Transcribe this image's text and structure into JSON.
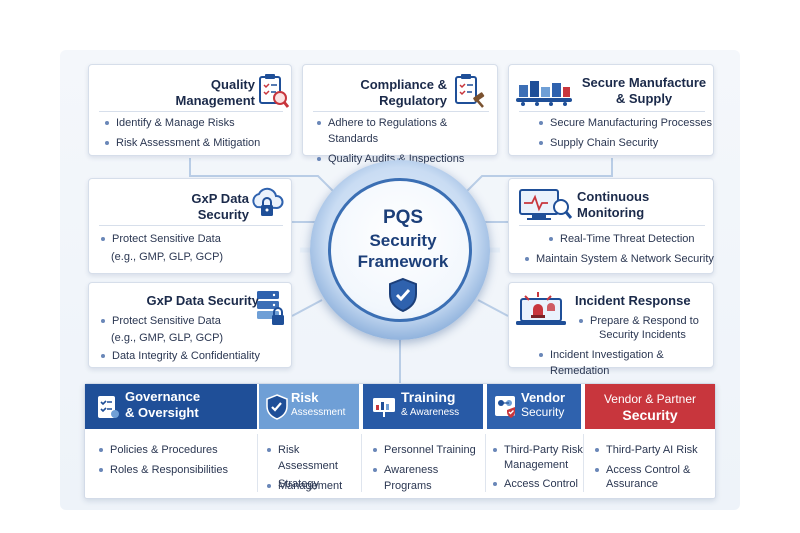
{
  "hub": {
    "line1": "PQS",
    "line2": "Security",
    "line3": "Framework"
  },
  "cards": {
    "quality": {
      "title1": "Quality",
      "title2": "Management",
      "items": [
        "Identify & Manage Risks",
        "Risk Assessment & Mitigation"
      ]
    },
    "compliance": {
      "title1": "Compliance &",
      "title2": "Regulatory",
      "items": [
        "Adhere to Regulations & Standards",
        "Quality Audits & Inspections"
      ]
    },
    "manufacture": {
      "title1": "Secure Manufacture",
      "title2": "& Supply",
      "items": [
        "Secure Manufacturing Processes",
        "Supply Chain Security"
      ]
    },
    "gxp1": {
      "title1": "GxP Data",
      "title2": "Security",
      "items": [
        "Protect Sensitive Data",
        "(e.g., GMP, GLP, GCP)"
      ]
    },
    "monitoring": {
      "title1": "Continuous",
      "title2": "Monitoring",
      "items": [
        "Real-Time Threat Detection",
        "Maintain System & Network Security"
      ]
    },
    "gxp2": {
      "title": "GxP Data Security",
      "items": [
        "Protect Sensitive Data",
        "(e.g., GMP, GLP, GCP)",
        "Data Integrity & Confidentiality"
      ]
    },
    "incident": {
      "title": "Incident Response",
      "items": [
        "Prepare & Respond to",
        "Security Incidents",
        "Incident Investigation & Remedation"
      ]
    }
  },
  "pillars": [
    {
      "title1": "Governance",
      "title2": "& Oversight",
      "items": [
        "Policies & Procedures",
        "Roles & Responsibilities"
      ],
      "color": "#1f4f98",
      "icon": "checklist-icon"
    },
    {
      "title1": "Risk",
      "title2": "Assessment",
      "items": [
        "Risk Assessment",
        "Management",
        "Strategy"
      ],
      "color": "#6f9fd6",
      "icon": "shield-check-icon"
    },
    {
      "title1": "Training",
      "title2": "& Awareness",
      "items": [
        "Personnel Training",
        "Awareness Programs"
      ],
      "color": "#285aa6",
      "icon": "presentation-icon"
    },
    {
      "title1": "Vendor",
      "title2": "Security",
      "items": [
        "Third-Party Risk",
        "Management",
        "Access Control"
      ],
      "color": "#2f62ae",
      "icon": "vendor-network-icon"
    },
    {
      "title1": "Vendor & Partner",
      "title2": "Security",
      "items": [
        "Third-Party AI Risk",
        "Access Control &",
        "Assurance"
      ],
      "color": "#c8363d",
      "icon": "none"
    }
  ],
  "colors": {
    "primary": "#1f4f98",
    "accent_red": "#c8363d",
    "light_blue": "#6f9fd6",
    "text_dark": "#1b2a4a"
  }
}
